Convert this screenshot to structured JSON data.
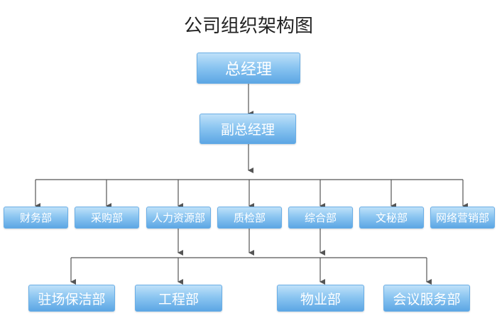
{
  "title": "公司组织架构图",
  "ceo": "总经理",
  "vice": "副总经理",
  "departments": [
    "财务部",
    "采购部",
    "人力资源部",
    "质检部",
    "综合部",
    "文秘部",
    "网络营销部"
  ],
  "subunits": [
    "驻场保洁部",
    "工程部",
    "物业部",
    "会议服务部"
  ],
  "colors": {
    "node_top": "#bfe1f9",
    "node_bottom": "#5ca6e4",
    "line": "#555555"
  }
}
